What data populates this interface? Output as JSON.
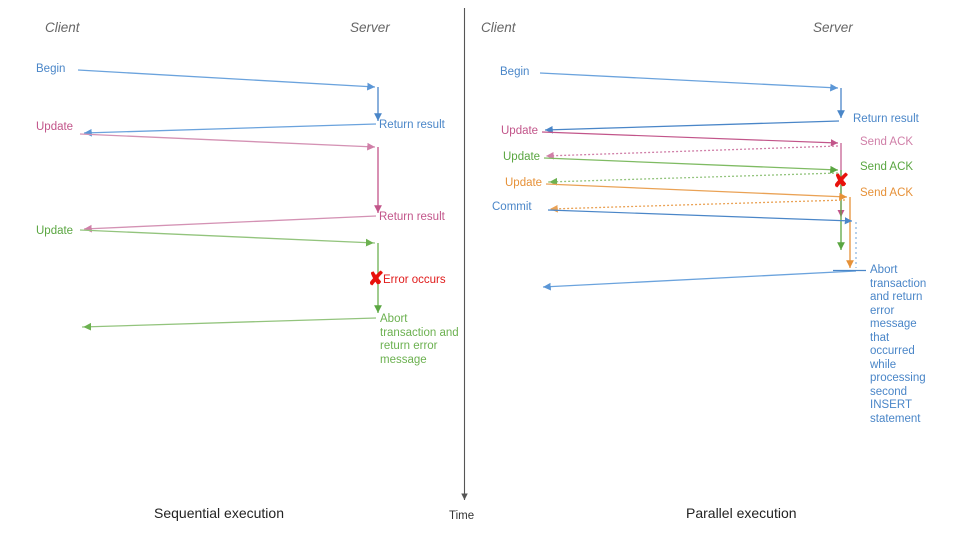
{
  "diagram": {
    "title_colors": {
      "blue": "#4a86c8",
      "blue_light": "#7aa9dd",
      "pink": "#c2558a",
      "pink_light": "#d98fb5",
      "green": "#5aa641",
      "green_light": "#93c47d",
      "orange": "#e69138",
      "orange_light": "#f0b46a",
      "red": "#e8120c",
      "gray": "#666666",
      "axis": "#555555"
    },
    "time_axis": {
      "label": "Time"
    },
    "panels": [
      {
        "id": "sequential",
        "caption": "Sequential execution",
        "header_client": "Client",
        "header_server": "Server",
        "messages": [
          {
            "id": "begin",
            "label": "Begin",
            "color": "blue"
          },
          {
            "id": "return-result-1",
            "label": "Return result",
            "color": "blue"
          },
          {
            "id": "update-1",
            "label": "Update",
            "color": "pink"
          },
          {
            "id": "return-result-2",
            "label": "Return result",
            "color": "pink"
          },
          {
            "id": "update-2",
            "label": "Update",
            "color": "green"
          },
          {
            "id": "error",
            "label": "Error occurs",
            "color": "red"
          },
          {
            "id": "abort",
            "label": "Abort transaction and return error message",
            "color": "green"
          }
        ]
      },
      {
        "id": "parallel",
        "caption": "Parallel execution",
        "header_client": "Client",
        "header_server": "Server",
        "messages": [
          {
            "id": "begin",
            "label": "Begin",
            "color": "blue"
          },
          {
            "id": "return-result",
            "label": "Return result",
            "color": "blue"
          },
          {
            "id": "update-1",
            "label": "Update",
            "color": "pink"
          },
          {
            "id": "send-ack-1",
            "label": "Send ACK",
            "color": "pink"
          },
          {
            "id": "update-2",
            "label": "Update",
            "color": "green"
          },
          {
            "id": "send-ack-2",
            "label": "Send ACK",
            "color": "green"
          },
          {
            "id": "update-3",
            "label": "Update",
            "color": "orange"
          },
          {
            "id": "send-ack-3",
            "label": "Send ACK",
            "color": "orange"
          },
          {
            "id": "commit",
            "label": "Commit",
            "color": "blue"
          },
          {
            "id": "abort",
            "label": "Abort transaction and return error message that occurred while processing second INSERT statement",
            "color": "blue"
          }
        ]
      }
    ]
  }
}
